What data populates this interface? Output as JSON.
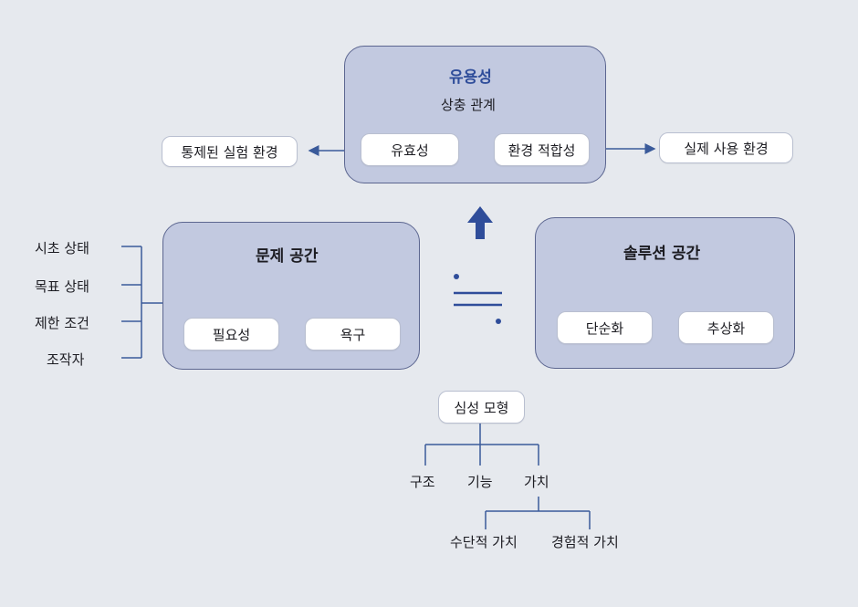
{
  "colors": {
    "background": "#e6e9ee",
    "panel_fill": "#c2c9e0",
    "panel_border": "#5c6690",
    "arrow": "#3a5a9a",
    "accent_title": "#2f4d9a"
  },
  "usability": {
    "title": "유용성",
    "tradeoff": "상충 관계",
    "validity": "유효성",
    "fitness": "환경 적합성"
  },
  "environments": {
    "controlled": "통제된 실험 환경",
    "real": "실제 사용 환경"
  },
  "problem_space": {
    "title": "문제 공간",
    "necessity": "필요성",
    "needs": "욕구"
  },
  "solution_space": {
    "title": "솔루션 공간",
    "simplification": "단순화",
    "abstraction": "추상화"
  },
  "problem_components": [
    "시초 상태",
    "목표 상태",
    "제한 조건",
    "조작자"
  ],
  "mental_model": {
    "title": "심성 모형",
    "children": [
      "구조",
      "기능",
      "가치"
    ],
    "value_children": [
      "수단적 가치",
      "경험적 가치"
    ]
  }
}
